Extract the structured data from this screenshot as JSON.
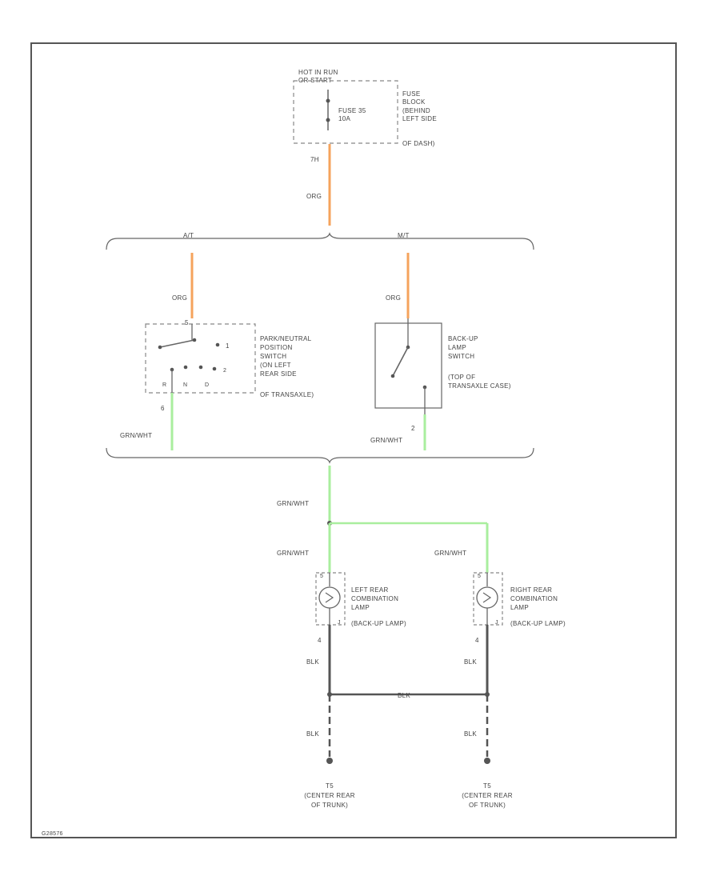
{
  "colors": {
    "frame": "#555555",
    "line": "#666666",
    "dash": "#888888",
    "orange_wire": "#f5a35c",
    "green_wire": "#a9ee9e",
    "black_wire": "#555555"
  },
  "fuse_block": {
    "power": [
      "HOT IN RUN",
      "OR START"
    ],
    "fuse": [
      "FUSE 35",
      "10A"
    ],
    "location": [
      "FUSE",
      "BLOCK",
      "(BEHIND",
      "LEFT SIDE",
      "OF DASH)"
    ]
  },
  "wire_top": {
    "terminal": "7H",
    "color": "ORG"
  },
  "branch": {
    "left": "A/T",
    "right": "M/T"
  },
  "pn_switch": {
    "wire": "ORG",
    "pin_top": "5",
    "pin_right": "1",
    "pin_out": "6",
    "label": [
      "PARK/NEUTRAL",
      "POSITION",
      "SWITCH",
      "(ON LEFT",
      "REAR SIDE",
      "OF TRANSAXLE)"
    ],
    "out_wire": "GRN/WHT"
  },
  "backup_switch": {
    "wire": "ORG",
    "pin_out": "2",
    "label": [
      "BACK-UP",
      "LAMP",
      "SWITCH",
      "(TOP OF",
      "TRANSAXLE CASE)"
    ],
    "out_wire": "GRN/WHT"
  },
  "splice_wire": "GRN/WHT",
  "left_lamp": {
    "in_wire": "GRN/WHT",
    "pin_in": "5",
    "pin_out": "4",
    "label": [
      "LEFT REAR",
      "COMBINATION",
      "LAMP",
      "(BACK-UP LAMP)"
    ],
    "out_wire": "BLK",
    "gnd_wire": "BLK",
    "ground": [
      "T5",
      "(CENTER REAR",
      "OF TRUNK)"
    ]
  },
  "right_lamp": {
    "in_wire": "GRN/WHT",
    "pin_in": "5",
    "pin_out": "4",
    "label": [
      "RIGHT REAR",
      "COMBINATION",
      "LAMP",
      "(BACK-UP LAMP)"
    ],
    "out_wire": "BLK",
    "gnd_wire": "BLK",
    "ground": [
      "T5",
      "(CENTER REAR",
      "OF TRUNK)"
    ]
  },
  "ground_link": "BLK",
  "footer_code": "G28576"
}
